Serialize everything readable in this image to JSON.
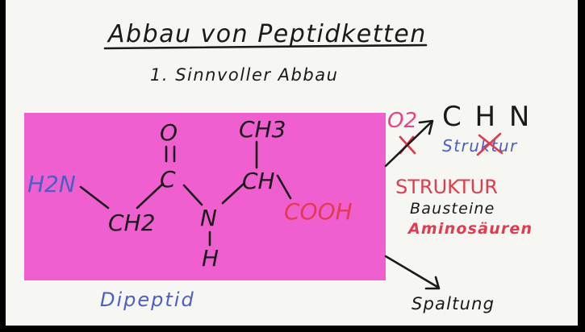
{
  "colors": {
    "paper": "#f6f6f3",
    "note": "#f05fd0",
    "ink": "#1a1a1a",
    "blue": "#4a5fc4",
    "red": "#e33a4d"
  },
  "title": "Abbau von Peptidketten",
  "subtitle": "1. Sinnvoller Abbau",
  "molecule": {
    "h2n": "H2N",
    "o": "O",
    "c": "C",
    "ch2": "CH2",
    "n": "N",
    "h": "H",
    "ch": "CH",
    "ch3": "CH3",
    "cooh": "COOH"
  },
  "caption": "Dipeptid",
  "right": {
    "o2": "O2",
    "chn": "C H N",
    "struktur_crossed": "Struktur",
    "struktur": "STRUKTUR",
    "bausteine": "Bausteine",
    "aminosaeuren": "Aminosäuren",
    "spaltung": "Spaltung"
  }
}
